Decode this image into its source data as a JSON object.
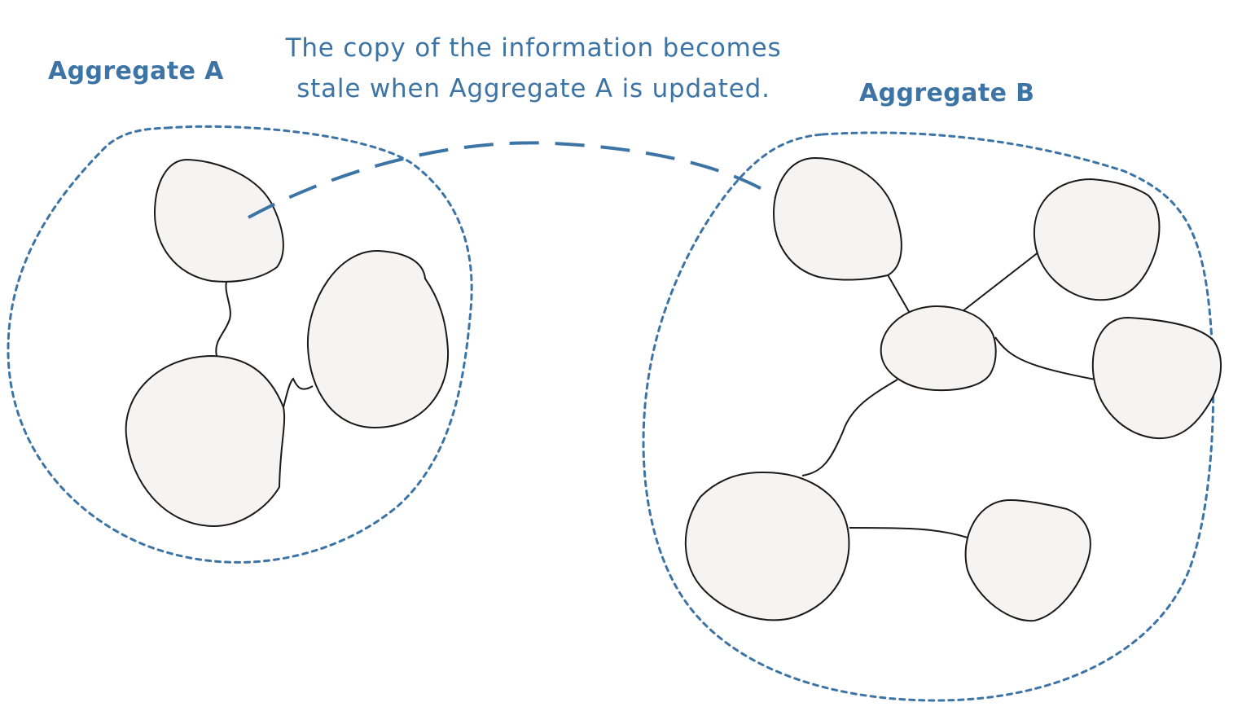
{
  "aggregate_a": {
    "title": "Aggregate A"
  },
  "aggregate_b": {
    "title": "Aggregate B"
  },
  "annotation": {
    "lines": [
      "The copy of the information becomes",
      "stale when Aggregate A is updated."
    ]
  },
  "colors": {
    "accent": "#3d74a6",
    "entity_fill": "#f5f4f3",
    "entity_stroke": "#1a1a1a"
  },
  "icons": {
    "arrow": "triangle-arrowhead-icon"
  }
}
